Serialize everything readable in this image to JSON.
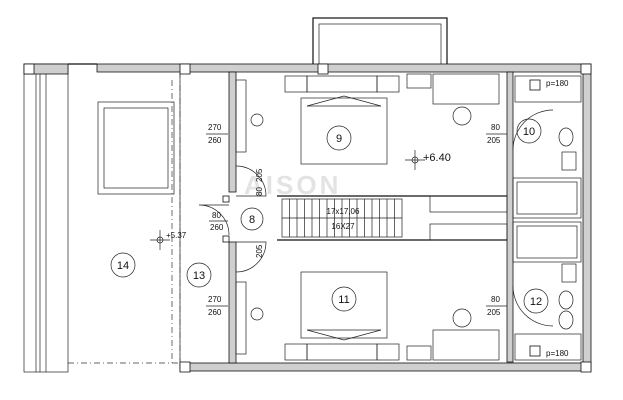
{
  "watermark": "AISON",
  "rooms": {
    "r8": "8",
    "r9": "9",
    "r10": "10",
    "r11": "11",
    "r12": "12",
    "r13": "13",
    "r14": "14"
  },
  "levels": {
    "main": "+6.40",
    "gallery": "+5.37"
  },
  "stair": {
    "line1": "17x17,06",
    "line2": "16X27"
  },
  "openings": {
    "o1a": "270",
    "o1b": "260",
    "o2a": "270",
    "o2b": "260",
    "o3a": "80",
    "o3b": "260",
    "o4a": "80",
    "o4b": "205",
    "o5a": "80",
    "o5b": "205",
    "o6a": "80",
    "o6b": "205",
    "o7": "205",
    "o8": "205"
  },
  "windows": {
    "top": "p=180",
    "bottom": "p=180"
  }
}
